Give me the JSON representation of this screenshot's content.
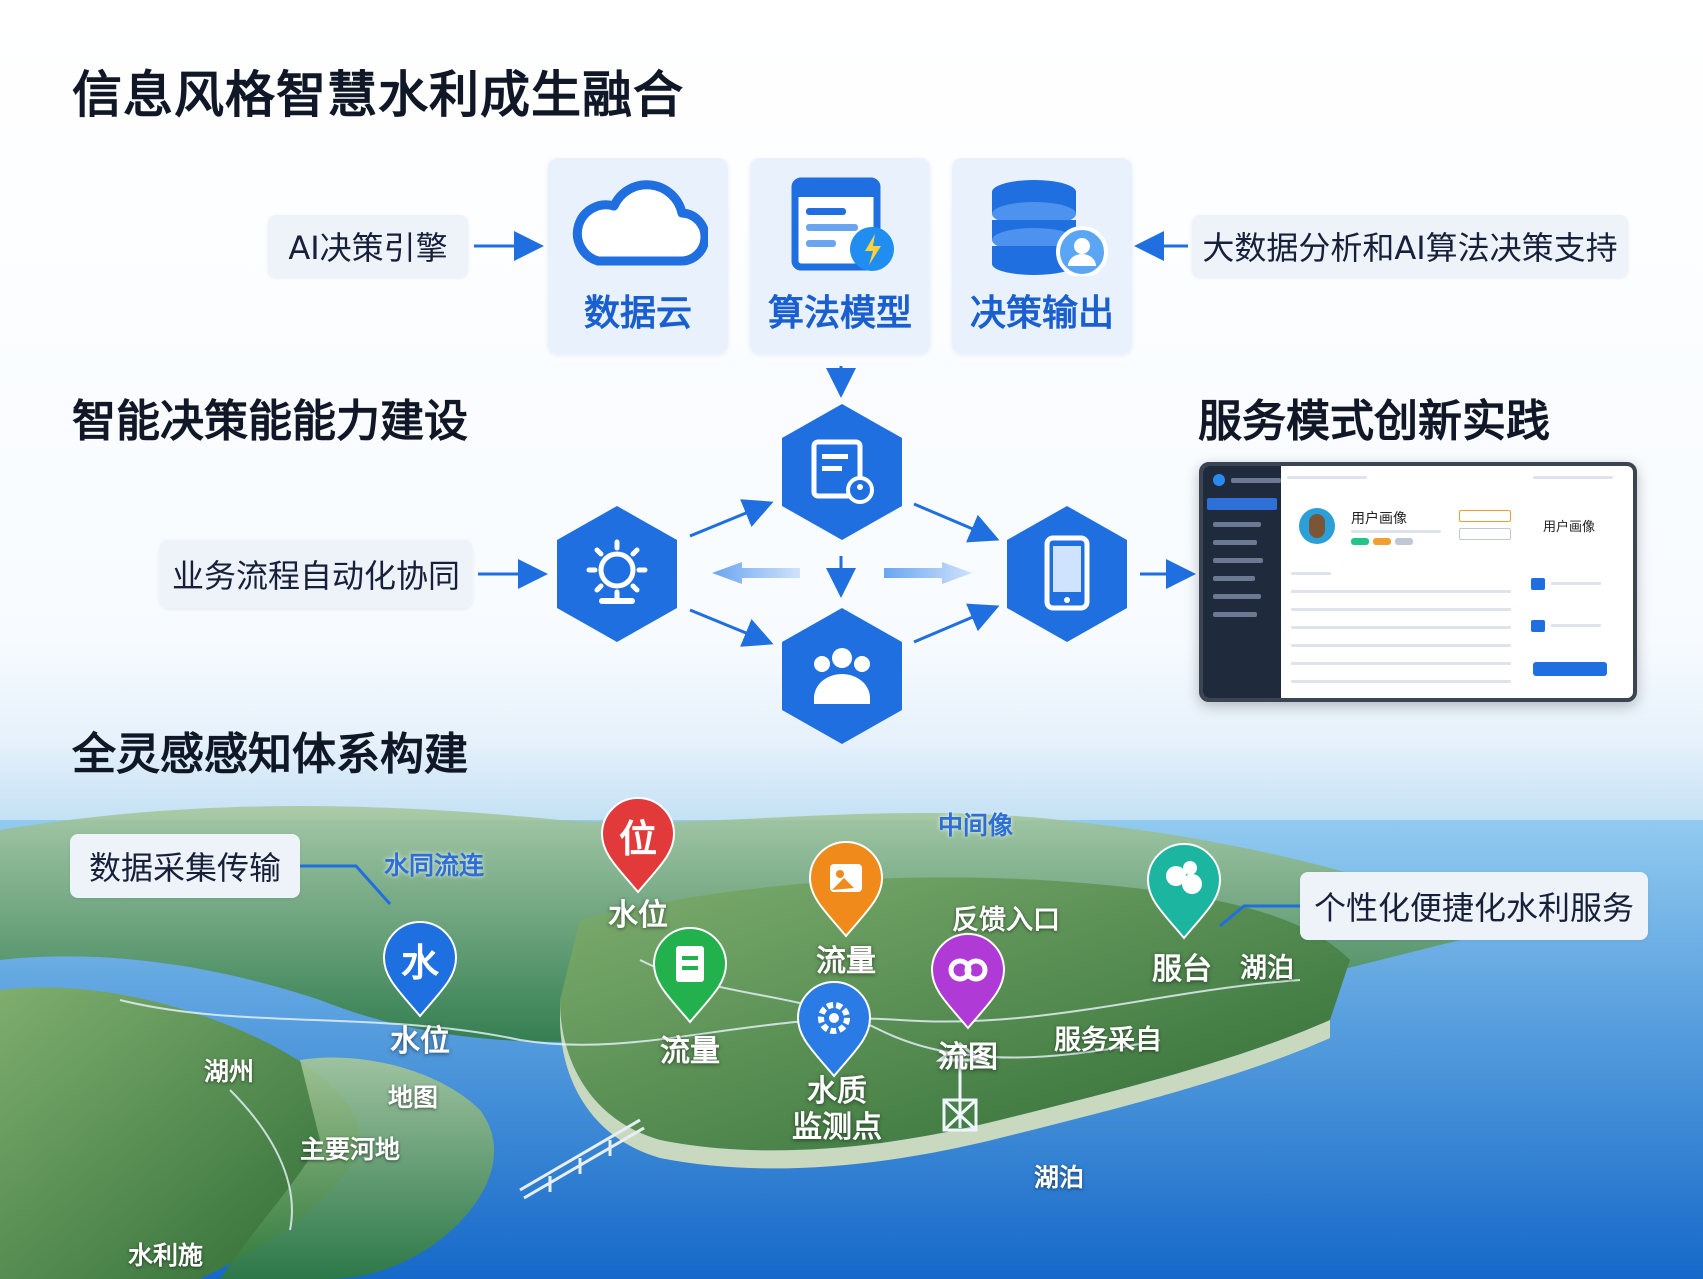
{
  "title": "信息风格智慧水利成生融合",
  "sections": {
    "decision": "智能决策能能力建设",
    "service": "服务模式创新实践",
    "perception": "全灵感感知体系构建"
  },
  "top_row": {
    "left_pill": "AI决策引擎",
    "right_pill": "大数据分析和AI算法决策支持",
    "cards": [
      {
        "label": "数据云",
        "icon": "cloud-icon"
      },
      {
        "label": "算法模型",
        "icon": "document-lightning-icon"
      },
      {
        "label": "决策输出",
        "icon": "database-user-icon"
      }
    ]
  },
  "middle_row": {
    "left_pill": "业务流程自动化协同",
    "hexagons": [
      {
        "icon": "document-person-icon"
      },
      {
        "icon": "gear-person-icon"
      },
      {
        "icon": "group-icon"
      },
      {
        "icon": "mobile-phone-icon"
      }
    ],
    "screen": {
      "user_title": "用户画像",
      "user_title_2": "用户画像"
    }
  },
  "map": {
    "left_pill": "数据采集传输",
    "right_pill": "个性化便捷化水利服务",
    "labels": [
      "水同流连",
      "中间像",
      "反馈入口",
      "湖泊",
      "湖州",
      "地图",
      "主要河地",
      "服务采自",
      "湖泊",
      "水利施"
    ],
    "pins": [
      {
        "glyph": "位",
        "label": "水位",
        "color": "#e23a3a",
        "icon": "location-pin-icon"
      },
      {
        "glyph": "水",
        "label": "水位",
        "color": "#1e6fe0",
        "icon": "water-pin-icon"
      },
      {
        "glyph": "",
        "label": "流量",
        "color": "#f08a1a",
        "icon": "map-pin-icon"
      },
      {
        "glyph": "",
        "label": "流量",
        "color": "#22b14c",
        "icon": "clipboard-pin-icon"
      },
      {
        "glyph": "",
        "label": "水质\n监测点",
        "color": "#2a7be6",
        "icon": "gear-pin-icon"
      },
      {
        "glyph": "",
        "label": "流图",
        "color": "#b03ad6",
        "icon": "chart-pin-icon"
      },
      {
        "glyph": "",
        "label": "服台",
        "color": "#1bb5a0",
        "icon": "leaf-pin-icon"
      }
    ]
  },
  "colors": {
    "accent": "#1a5fd0",
    "hex": "#1f6fe0",
    "card_bg": "#e9f2fc",
    "pill_bg": "#eef3fa"
  }
}
